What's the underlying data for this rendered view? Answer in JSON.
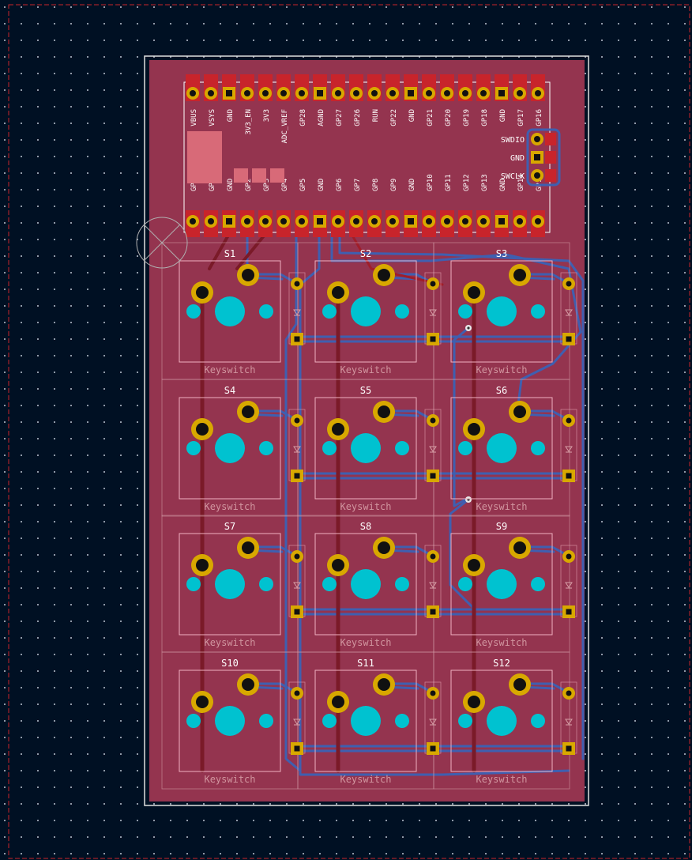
{
  "colors": {
    "background": "#001023",
    "board": "#94344f",
    "board_edge": "#e0e0e0",
    "copper_front": "#c8242b",
    "copper_back": "#3f5fb0",
    "pad_gold": "#d8a800",
    "hole_cyan": "#00c2d0",
    "silk_outline": "#f0b0c0",
    "silk_text": "#ffffff",
    "fab_text": "#d8a0a8",
    "courtyard": "#d29aa4"
  },
  "mcu": {
    "top_pins": [
      "VBUS",
      "VSYS",
      "GND",
      "3V3_EN",
      "3V3",
      "ADC_VREF",
      "GP28",
      "AGND",
      "GP27",
      "GP26",
      "RUN",
      "GP22",
      "GND",
      "GP21",
      "GP20",
      "GP19",
      "GP18",
      "GND",
      "GP17",
      "GP16"
    ],
    "bottom_pins": [
      "GP0",
      "GP1",
      "GND",
      "GP2",
      "GP3",
      "GP4",
      "GP5",
      "GND",
      "GP6",
      "GP7",
      "GP8",
      "GP9",
      "GND",
      "GP10",
      "GP11",
      "GP12",
      "GP13",
      "GND",
      "GP14",
      "GP15"
    ],
    "debug_pins": [
      "SWDIO",
      "GND",
      "SWCLK"
    ]
  },
  "switches": [
    {
      "ref": "S1",
      "value": "Keyswitch"
    },
    {
      "ref": "S2",
      "value": "Keyswitch"
    },
    {
      "ref": "S3",
      "value": "Keyswitch"
    },
    {
      "ref": "S4",
      "value": "Keyswitch"
    },
    {
      "ref": "S5",
      "value": "Keyswitch"
    },
    {
      "ref": "S6",
      "value": "Keyswitch"
    },
    {
      "ref": "S7",
      "value": "Keyswitch"
    },
    {
      "ref": "S8",
      "value": "Keyswitch"
    },
    {
      "ref": "S9",
      "value": "Keyswitch"
    },
    {
      "ref": "S10",
      "value": "Keyswitch"
    },
    {
      "ref": "S11",
      "value": "Keyswitch"
    },
    {
      "ref": "S12",
      "value": "Keyswitch"
    }
  ]
}
